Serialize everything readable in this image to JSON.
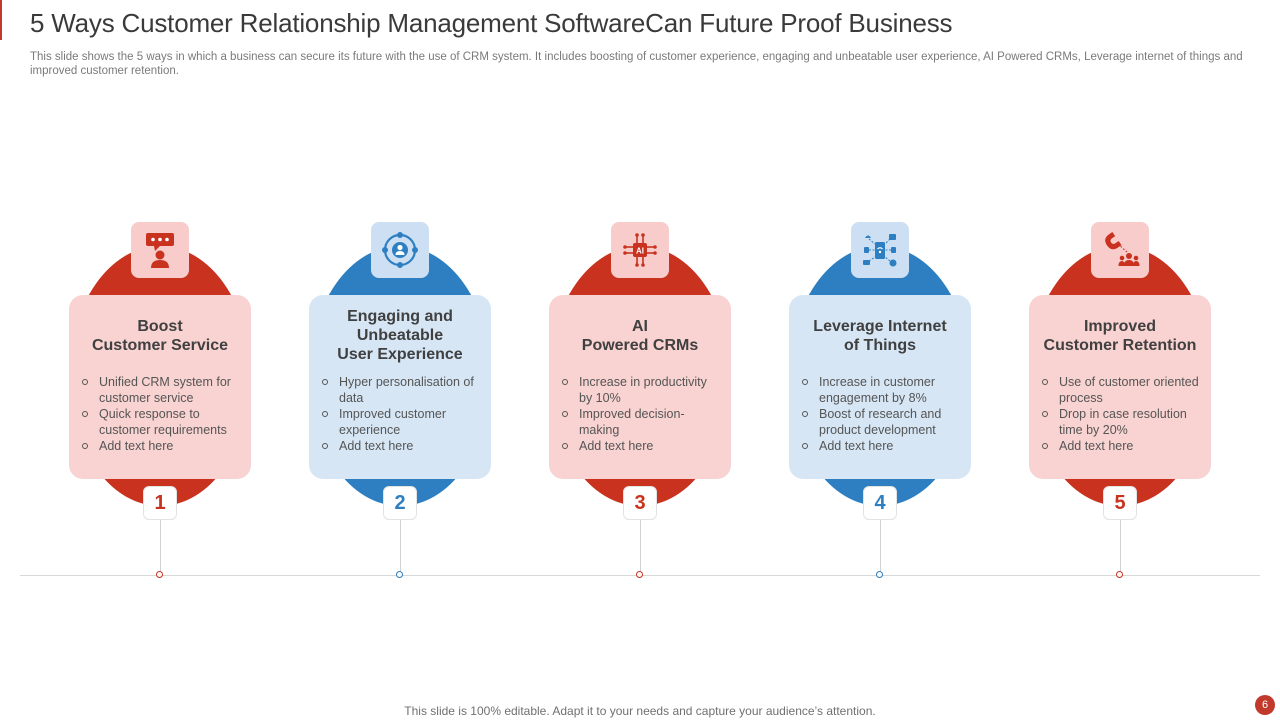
{
  "slide": {
    "title": "5 Ways Customer Relationship Management SoftwareCan Future Proof Business",
    "subtitle": "This slide shows the 5 ways in which a business can secure its future with the use of CRM system. It includes boosting of customer experience, engaging and unbeatable user experience, AI Powered CRMs, Leverage internet of things and improved customer retention.",
    "footer": "This slide is 100% editable. Adapt it to your needs and capture your audience’s attention.",
    "page_number": "6"
  },
  "colors": {
    "red": "#c8321f",
    "red_light": "#f8d3d1",
    "blue": "#2e7fc1",
    "blue_light": "#d6e6f5"
  },
  "cards": [
    {
      "number": "1",
      "theme": "red",
      "icon": "customer-service-chat-icon",
      "heading": [
        "Boost",
        "Customer Service"
      ],
      "bullets": [
        "Unified CRM system for customer service",
        "Quick response to customer requirements",
        "Add text here"
      ]
    },
    {
      "number": "2",
      "theme": "blue",
      "icon": "user-network-icon",
      "heading": [
        "Engaging and",
        "Unbeatable",
        "User Experience"
      ],
      "bullets": [
        "Hyper personalisation of data",
        "Improved customer experience",
        "Add text here"
      ]
    },
    {
      "number": "3",
      "theme": "red",
      "icon": "ai-chip-icon",
      "heading": [
        "AI",
        "Powered CRMs"
      ],
      "bullets": [
        "Increase in productivity by 10%",
        "Improved decision-making",
        "Add text here"
      ]
    },
    {
      "number": "4",
      "theme": "blue",
      "icon": "iot-devices-icon",
      "heading": [
        "Leverage Internet",
        "of Things"
      ],
      "bullets": [
        "Increase in customer engagement by 8%",
        "Boost of research and product development",
        "Add text here"
      ]
    },
    {
      "number": "5",
      "theme": "red",
      "icon": "customer-magnet-icon",
      "heading": [
        "Improved",
        "Customer Retention"
      ],
      "bullets": [
        "Use of customer oriented process",
        "Drop in case resolution time by 20%",
        "Add text here"
      ]
    }
  ]
}
